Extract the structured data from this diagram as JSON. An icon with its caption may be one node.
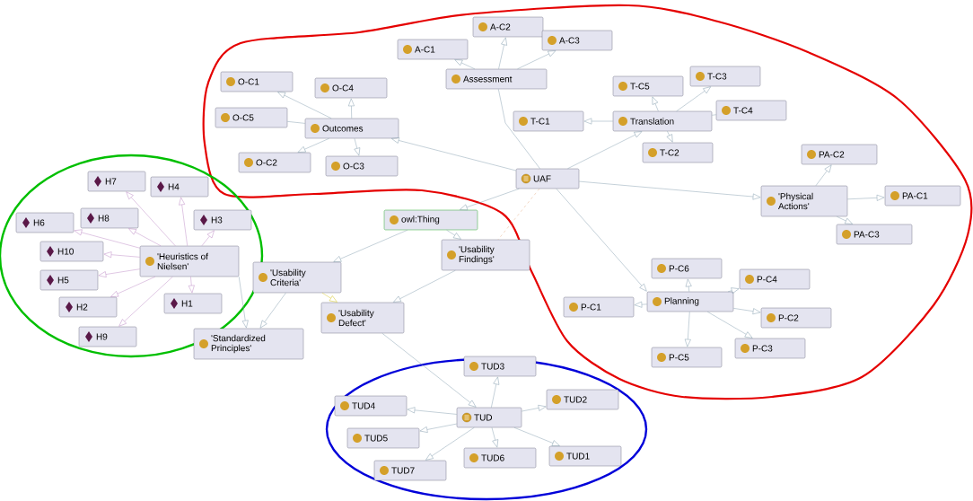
{
  "diagram": {
    "nodes": [
      {
        "text": [
          "A-C2"
        ]
      },
      {
        "text": [
          "A-C1"
        ]
      },
      {
        "text": [
          "A-C3"
        ]
      },
      {
        "text": [
          "Assessment"
        ]
      },
      {
        "text": [
          "O-C1"
        ]
      },
      {
        "text": [
          "O-C4"
        ]
      },
      {
        "text": [
          "O-C5"
        ]
      },
      {
        "text": [
          "Outcomes"
        ]
      },
      {
        "text": [
          "O-C2"
        ]
      },
      {
        "text": [
          "O-C3"
        ]
      },
      {
        "text": [
          "T-C5"
        ]
      },
      {
        "text": [
          "T-C3"
        ]
      },
      {
        "text": [
          "T-C1"
        ]
      },
      {
        "text": [
          "Translation"
        ]
      },
      {
        "text": [
          "T-C4"
        ]
      },
      {
        "text": [
          "T-C2"
        ]
      },
      {
        "text": [
          "UAF"
        ]
      },
      {
        "text": [
          "PA-C2"
        ]
      },
      {
        "text": [
          "'Physical Actions'"
        ]
      },
      {
        "text": [
          "PA-C1"
        ]
      },
      {
        "text": [
          "PA-C3"
        ]
      },
      {
        "text": [
          "H7"
        ]
      },
      {
        "text": [
          "H4"
        ]
      },
      {
        "text": [
          "H6"
        ]
      },
      {
        "text": [
          "H8"
        ]
      },
      {
        "text": [
          "H3"
        ]
      },
      {
        "text": [
          "H10"
        ]
      },
      {
        "text": [
          "'Heuristics of Nielsen'"
        ]
      },
      {
        "text": [
          "H5"
        ]
      },
      {
        "text": [
          "H2"
        ]
      },
      {
        "text": [
          "H1"
        ]
      },
      {
        "text": [
          "H9"
        ]
      },
      {
        "text": [
          "owl:Thing"
        ]
      },
      {
        "text": [
          "'Usability Findings'"
        ]
      },
      {
        "text": [
          "'Usability Criteria'"
        ]
      },
      {
        "text": [
          "'Usability Defect'"
        ]
      },
      {
        "text": [
          "'Standardized Principles'"
        ]
      },
      {
        "text": [
          "P-C6"
        ]
      },
      {
        "text": [
          "P-C4"
        ]
      },
      {
        "text": [
          "P-C1"
        ]
      },
      {
        "text": [
          "Planning"
        ]
      },
      {
        "text": [
          "P-C2"
        ]
      },
      {
        "text": [
          "P-C3"
        ]
      },
      {
        "text": [
          "P-C5"
        ]
      },
      {
        "text": [
          "TUD3"
        ]
      },
      {
        "text": [
          "TUD2"
        ]
      },
      {
        "text": [
          "TUD4"
        ]
      },
      {
        "text": [
          "TUD"
        ]
      },
      {
        "text": [
          "TUD5"
        ]
      },
      {
        "text": [
          "TUD6"
        ]
      },
      {
        "text": [
          "TUD1"
        ]
      },
      {
        "text": [
          "TUD7"
        ]
      }
    ],
    "edges": [
      {
        "from": 3,
        "to": 1,
        "arrow": "to"
      },
      {
        "from": 3,
        "to": 0,
        "arrow": "to"
      },
      {
        "from": 3,
        "to": 2,
        "arrow": "to"
      },
      {
        "from": 16,
        "to": 3,
        "arrow": "none"
      },
      {
        "from": 7,
        "to": 4,
        "arrow": "to"
      },
      {
        "from": 7,
        "to": 5,
        "arrow": "to"
      },
      {
        "from": 7,
        "to": 6,
        "arrow": "none"
      },
      {
        "from": 7,
        "to": 8,
        "arrow": "to"
      },
      {
        "from": 7,
        "to": 9,
        "arrow": "to"
      },
      {
        "from": 16,
        "to": 7,
        "arrow": "to"
      },
      {
        "from": 13,
        "to": 12,
        "arrow": "to"
      },
      {
        "from": 13,
        "to": 10,
        "arrow": "to"
      },
      {
        "from": 13,
        "to": 11,
        "arrow": "to"
      },
      {
        "from": 13,
        "to": 14,
        "arrow": "none"
      },
      {
        "from": 13,
        "to": 15,
        "arrow": "to"
      },
      {
        "from": 16,
        "to": 13,
        "arrow": "to"
      },
      {
        "from": 16,
        "to": 18,
        "arrow": "to"
      },
      {
        "from": 18,
        "to": 17,
        "arrow": "to"
      },
      {
        "from": 18,
        "to": 19,
        "arrow": "to"
      },
      {
        "from": 18,
        "to": 20,
        "arrow": "to"
      },
      {
        "from": 16,
        "to": 40,
        "arrow": "to"
      },
      {
        "from": 40,
        "to": 37,
        "arrow": "to"
      },
      {
        "from": 40,
        "to": 38,
        "arrow": "to"
      },
      {
        "from": 40,
        "to": 39,
        "arrow": "to"
      },
      {
        "from": 40,
        "to": 41,
        "arrow": "to"
      },
      {
        "from": 40,
        "to": 42,
        "arrow": "to"
      },
      {
        "from": 40,
        "to": 43,
        "arrow": "to"
      },
      {
        "from": 16,
        "to": 32,
        "arrow": "to"
      },
      {
        "from": 16,
        "to": 33,
        "arrow": "none",
        "style": "dashed",
        "color": "#e0a070"
      },
      {
        "from": 32,
        "to": 33,
        "arrow": "to"
      },
      {
        "from": 32,
        "to": 34,
        "arrow": "to"
      },
      {
        "from": 33,
        "to": 35,
        "arrow": "to"
      },
      {
        "from": 34,
        "to": 35,
        "arrow": "to",
        "color": "#d8c830"
      },
      {
        "from": 34,
        "to": 36,
        "arrow": "to"
      },
      {
        "from": 27,
        "to": 36,
        "arrow": "to"
      },
      {
        "from": 35,
        "to": 47,
        "arrow": "to"
      },
      {
        "from": 27,
        "to": 21,
        "arrow": "to",
        "color": "#c090c8"
      },
      {
        "from": 27,
        "to": 22,
        "arrow": "to",
        "color": "#c090c8"
      },
      {
        "from": 27,
        "to": 23,
        "arrow": "to",
        "color": "#c090c8"
      },
      {
        "from": 27,
        "to": 24,
        "arrow": "to",
        "color": "#c090c8"
      },
      {
        "from": 27,
        "to": 25,
        "arrow": "to",
        "color": "#c090c8"
      },
      {
        "from": 27,
        "to": 26,
        "arrow": "to",
        "color": "#c090c8"
      },
      {
        "from": 27,
        "to": 28,
        "arrow": "to",
        "color": "#c090c8"
      },
      {
        "from": 27,
        "to": 29,
        "arrow": "to",
        "color": "#c090c8"
      },
      {
        "from": 27,
        "to": 30,
        "arrow": "to",
        "color": "#c090c8"
      },
      {
        "from": 27,
        "to": 31,
        "arrow": "to",
        "color": "#c090c8"
      },
      {
        "from": 47,
        "to": 44,
        "arrow": "to"
      },
      {
        "from": 47,
        "to": 45,
        "arrow": "to"
      },
      {
        "from": 47,
        "to": 46,
        "arrow": "to"
      },
      {
        "from": 47,
        "to": 48,
        "arrow": "to"
      },
      {
        "from": 47,
        "to": 49,
        "arrow": "to"
      },
      {
        "from": 47,
        "to": 50,
        "arrow": "to"
      },
      {
        "from": 47,
        "to": 51,
        "arrow": "to"
      }
    ]
  }
}
